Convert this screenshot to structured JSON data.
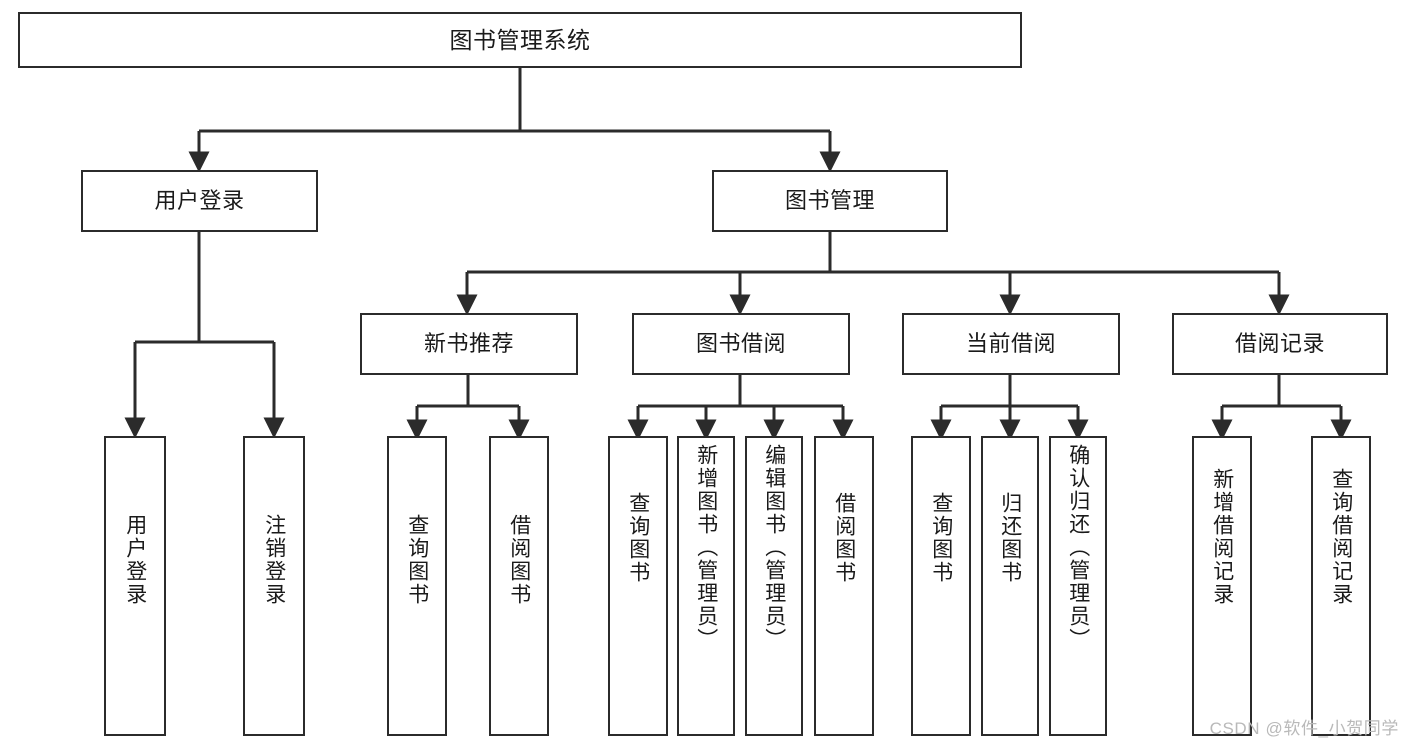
{
  "diagram": {
    "title": "图书管理系统",
    "type": "tree-hierarchy",
    "colors": {
      "stroke": "#2b2b2b",
      "fill": "#ffffff",
      "text": "#1a1a1a",
      "watermark": "#b9b9b9",
      "background": "#ffffff"
    },
    "root": {
      "label": "图书管理系统"
    },
    "level2": [
      {
        "label": "用户登录"
      },
      {
        "label": "图书管理"
      }
    ],
    "level3": [
      {
        "label": "新书推荐"
      },
      {
        "label": "图书借阅"
      },
      {
        "label": "当前借阅"
      },
      {
        "label": "借阅记录"
      }
    ],
    "leaves": {
      "user_login": [
        {
          "label": "用户登录"
        },
        {
          "label": "注销登录"
        }
      ],
      "new_book_recommend": [
        {
          "label": "查询图书"
        },
        {
          "label": "借阅图书"
        }
      ],
      "book_borrow": [
        {
          "label": "查询图书"
        },
        {
          "label": "新增图书（管理员）"
        },
        {
          "label": "编辑图书（管理员）"
        },
        {
          "label": "借阅图书"
        }
      ],
      "current_borrow": [
        {
          "label": "查询图书"
        },
        {
          "label": "归还图书"
        },
        {
          "label": "确认归还（管理员）"
        }
      ],
      "borrow_record": [
        {
          "label": "新增借阅记录"
        },
        {
          "label": "查询借阅记录"
        }
      ]
    }
  },
  "watermark": {
    "text": "CSDN @软件_小贺同学"
  }
}
